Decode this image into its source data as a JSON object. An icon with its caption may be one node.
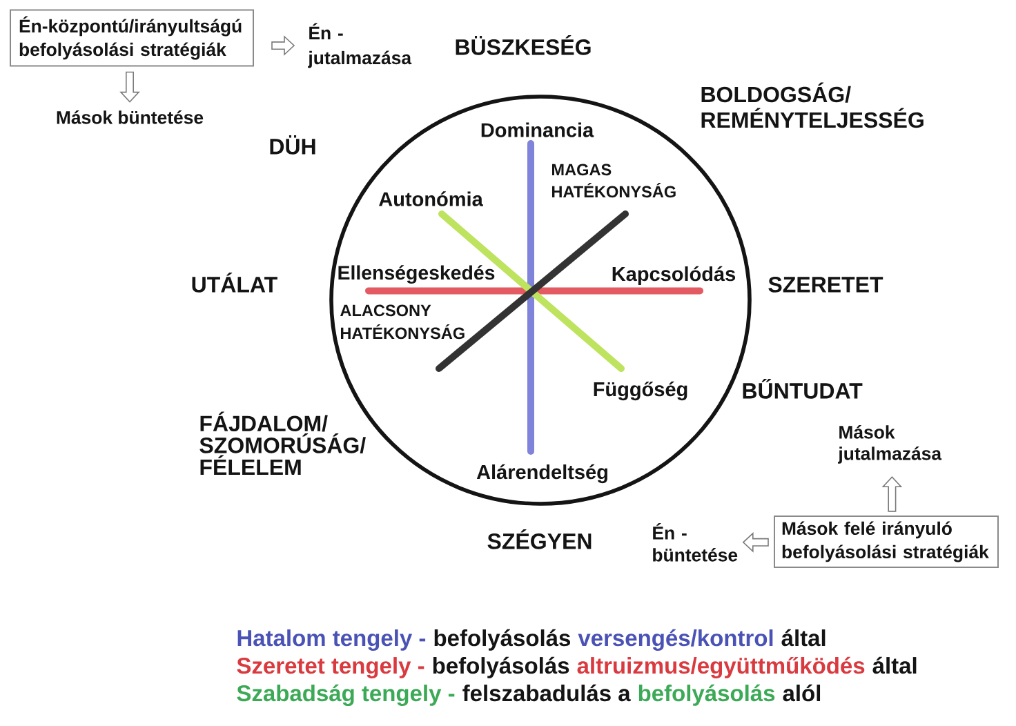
{
  "diagram": {
    "nodes": [
      {
        "text": [
          "Én-központú/irányultságú befolyásolási stratégiák"
        ]
      },
      {
        "text": [
          "Én - jutalmazása"
        ]
      },
      {
        "text": [
          "Mások büntetése"
        ]
      },
      {
        "text": [
          "Dominancia",
          "MAGAS HATÉKONYSÁG",
          "Autonómia",
          "Ellenségeskedés",
          "Kapcsolódás",
          "ALACSONY HATÉKONYSÁG",
          "Függőség",
          "Alárendeltség"
        ]
      },
      {
        "text": [
          "Mások jutalmazása"
        ]
      },
      {
        "text": [
          "Én - büntetése"
        ]
      },
      {
        "text": [
          "Mások felé irányuló befolyásolási stratégiák"
        ]
      }
    ],
    "edges": [
      {
        "from": 0,
        "to": 1,
        "arrow": "to"
      },
      {
        "from": 0,
        "to": 2,
        "arrow": "to"
      },
      {
        "from": 6,
        "to": 4,
        "arrow": "to"
      },
      {
        "from": 6,
        "to": 5,
        "arrow": "to"
      }
    ],
    "labels": [
      "BÜSZKESÉG",
      "BOLDOGSÁG/ REMÉNYTELJESSÉG",
      "DÜH",
      "UTÁLAT",
      "SZERETET",
      "BŰNTUDAT",
      "FÁJDALOM/ SZOMORÚSÁG/ FÉLELEM",
      "SZÉGYEN",
      "Hatalom tengely -",
      "befolyásolás",
      "versengés/kontrol",
      "által",
      "Szeretet tengely -",
      "befolyásolás",
      "altruizmus/együttműködés",
      "által",
      "Szabadság tengely -",
      "felszabadulás a",
      "befolyásolás",
      "alól"
    ]
  }
}
